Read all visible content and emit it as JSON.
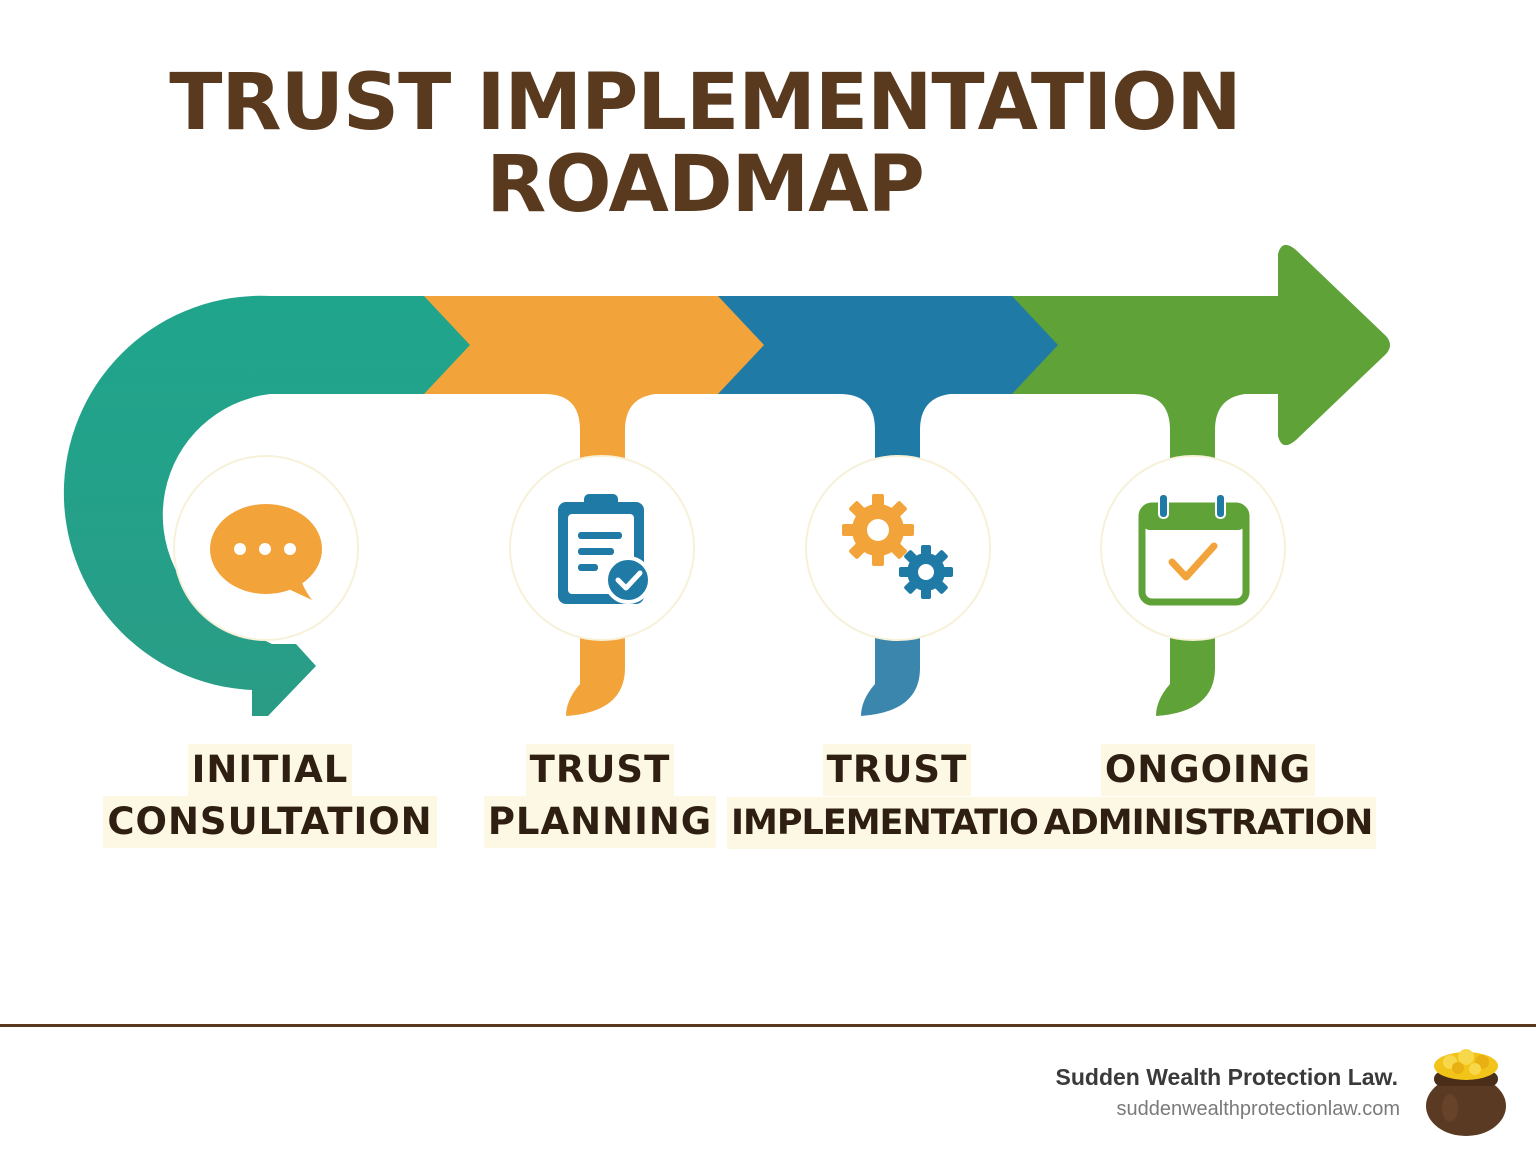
{
  "title": {
    "line1": "TRUST IMPLEMENTATION",
    "line2": "ROADMAP"
  },
  "steps": [
    {
      "line1": "INITIAL",
      "line2": "CONSULTATION",
      "icon": "chat-bubble-icon",
      "color": "#21a38a"
    },
    {
      "line1": "TRUST",
      "line2": "PLANNING",
      "icon": "clipboard-check-icon",
      "color": "#f2a33a"
    },
    {
      "line1": "TRUST",
      "line2": "IMPLEMENTATION",
      "icon": "gears-icon",
      "color": "#1f7aa6"
    },
    {
      "line1": "ONGOING",
      "line2": "ADMINISTRATION",
      "icon": "calendar-check-icon",
      "color": "#5fa237"
    }
  ],
  "footer": {
    "brand": "Sudden Wealth Protection Law.",
    "url": "suddenwealthprotectionlaw.com",
    "logo_icon": "pot-of-gold-icon"
  },
  "colors": {
    "title": "#5a3a1e",
    "label_text": "#2e1f12",
    "label_highlight": "#fdf8e4",
    "teal": "#21a38a",
    "orange": "#f2a33a",
    "blue": "#1f7aa6",
    "green": "#5fa237",
    "rule": "#5a3a1e"
  }
}
